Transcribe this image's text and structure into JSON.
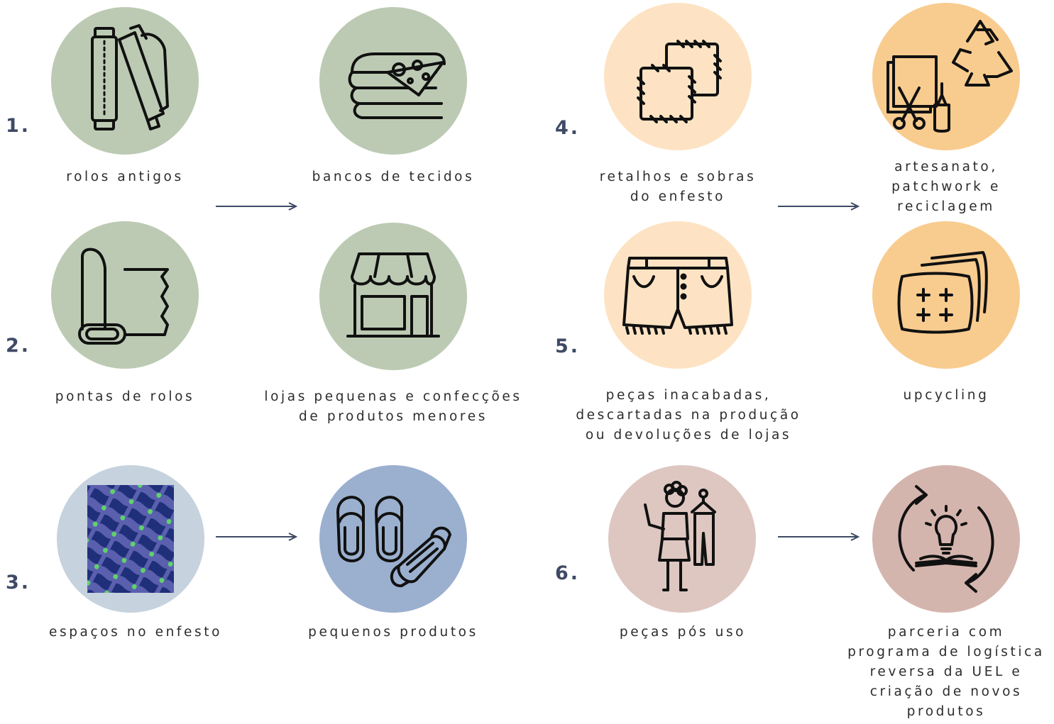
{
  "colors": {
    "green_circle": "#bccab3",
    "peach_circle": "#fde3c3",
    "orange_circle": "#f8cc8f",
    "blue_light_circle": "#c6d2de",
    "blue_circle": "#9bb0cf",
    "rose_circle": "#dec7c1",
    "rose_dark_circle": "#d4b5ad",
    "number_color": "#3f4a66",
    "arrow_color": "#3f4a66"
  },
  "rows": [
    {
      "number": "1.",
      "source": {
        "icon": "fabric-rolls-icon",
        "label": [
          "rolos antigos"
        ]
      },
      "target": {
        "icon": "folded-fabrics-icon",
        "label": [
          "bancos de tecidos"
        ]
      }
    },
    {
      "number": "2.",
      "source": {
        "icon": "roll-end-icon",
        "label": [
          "pontas de rolos"
        ]
      },
      "target": {
        "icon": "small-shop-icon",
        "label": [
          "lojas pequenas e confecções",
          "de produtos menores"
        ]
      }
    },
    {
      "number": "3.",
      "source": {
        "icon": "cutting-layout-pattern-icon",
        "label": [
          "espaços no enfesto"
        ]
      },
      "target": {
        "icon": "slippers-and-mask-icon",
        "label": [
          "pequenos produtos"
        ]
      }
    },
    {
      "number": "4.",
      "source": {
        "icon": "fabric-scraps-icon",
        "label": [
          "retalhos e sobras",
          "do enfesto"
        ]
      },
      "target": {
        "icon": "crafts-recycle-icon",
        "label": [
          "artesanato,",
          "patchwork e",
          "reciclagem"
        ]
      }
    },
    {
      "number": "5.",
      "source": {
        "icon": "shorts-icon",
        "label": [
          "peças inacabadas,",
          "descartadas na produção",
          "ou devoluções de lojas"
        ]
      },
      "target": {
        "icon": "pillows-icon",
        "label": [
          "upcycling"
        ]
      }
    },
    {
      "number": "6.",
      "source": {
        "icon": "people-clothes-icon",
        "label": [
          "peças pós uso"
        ]
      },
      "target": {
        "icon": "idea-cycle-icon",
        "label": [
          "parceria com",
          "programa de logística",
          "reversa da UEL e",
          "criação de novos",
          "produtos"
        ]
      }
    }
  ]
}
